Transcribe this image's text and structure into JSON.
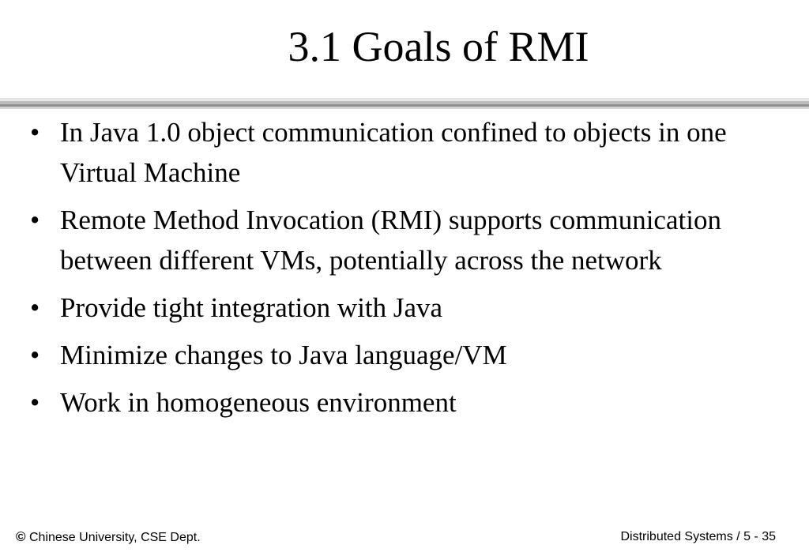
{
  "slide": {
    "title": "3.1 Goals of RMI",
    "bullet_symbol": "•",
    "bullets": [
      "In Java 1.0 object communication confined to objects in one Virtual Machine",
      "Remote Method Invocation (RMI) supports communication between different VMs, potentially across the network",
      "Provide tight integration with Java",
      "Minimize changes to Java language/VM",
      "Work in homogeneous environment"
    ]
  },
  "footer": {
    "copyright_symbol": "©",
    "organization": "Chinese University, CSE Dept.",
    "course_page": "Distributed Systems / 5 - 35"
  }
}
